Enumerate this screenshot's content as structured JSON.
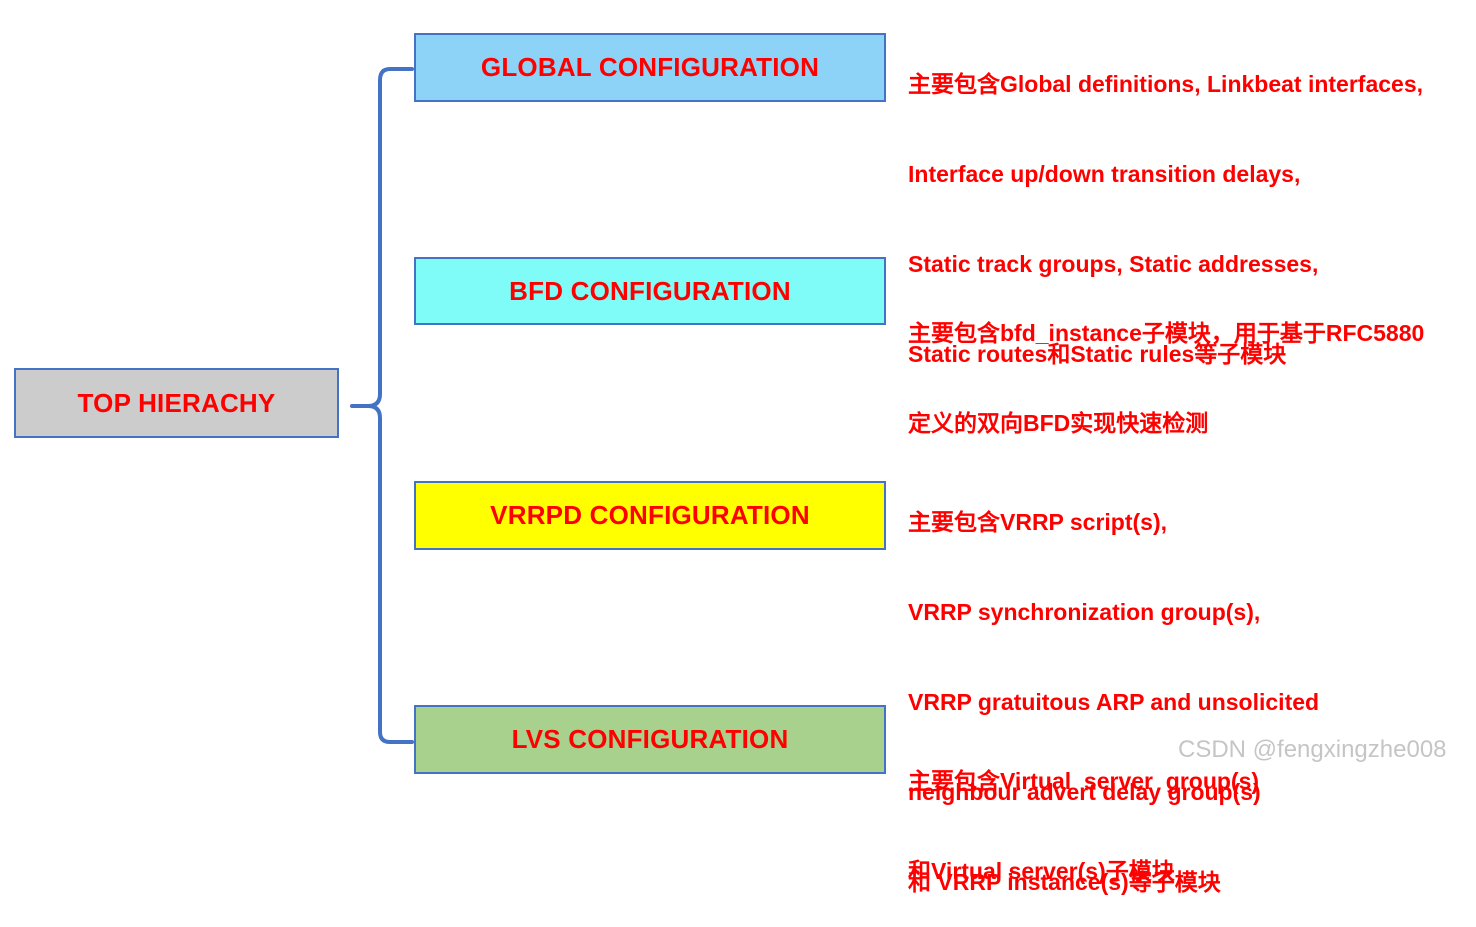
{
  "top": {
    "label": "TOP HIERACHY"
  },
  "nodes": [
    {
      "label": "GLOBAL CONFIGURATION",
      "color": "#8dd3f7",
      "desc": [
        "主要包含Global definitions, Linkbeat interfaces,",
        "Interface up/down transition delays,",
        "Static track groups, Static addresses,",
        "Static routes和Static rules等子模块"
      ]
    },
    {
      "label": "BFD CONFIGURATION",
      "color": "#7ffcf7",
      "desc": [
        "主要包含bfd_instance子模块，用于基于RFC5880",
        "定义的双向BFD实现快速检测"
      ]
    },
    {
      "label": "VRRPD CONFIGURATION",
      "color": "#ffff00",
      "desc": [
        "主要包含VRRP script(s),",
        "VRRP synchronization group(s),",
        "VRRP gratuitous ARP and unsolicited",
        "neighbour advert delay group(s)",
        "和 VRRP instance(s)等子模块"
      ]
    },
    {
      "label": "LVS CONFIGURATION",
      "color": "#a8d18d",
      "desc": [
        "主要包含Virtual  server  group(s)",
        "和Virtual server(s)子模块"
      ]
    }
  ],
  "colors": {
    "text": "#ff0000",
    "border": "#4472c4",
    "top_fill": "#cccccc"
  },
  "watermark": "CSDN @fengxingzhe008"
}
